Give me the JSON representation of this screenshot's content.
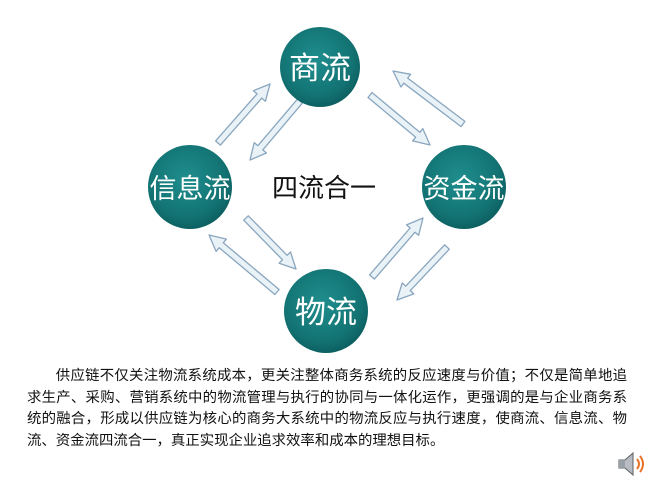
{
  "diagram": {
    "center_label": "四流合一",
    "nodes": {
      "top": "商流",
      "left": "信息流",
      "right": "资金流",
      "bottom": "物流"
    }
  },
  "paragraph": "供应链不仅关注物流系统成本，更关注整体商务系统的反应速度与价值；不仅是简单地追求生产、采购、营销系统中的物流管理与执行的协同与一体化运作，更强调的是与企业商务系统的融合，形成以供应链为核心的商务大系统中的物流反应与执行速度，使商流、信息流、物流、资金流四流合一，真正实现企业追求效率和成本的理想目标。",
  "icons": {
    "speaker": "speaker-icon"
  },
  "colors": {
    "node_fill": "#167a7a",
    "node_fill_dark": "#0a4f52",
    "arrow_fill": "#e9f2f6",
    "arrow_stroke": "#8aa6bf"
  }
}
